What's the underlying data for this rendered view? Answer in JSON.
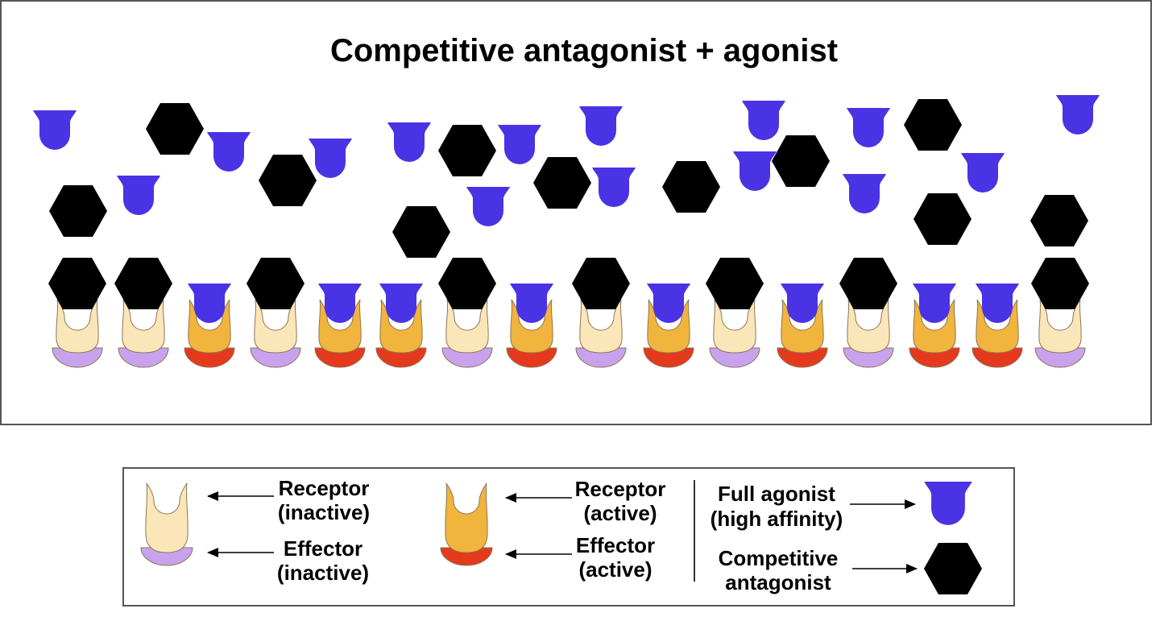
{
  "title": "Competitive antagonist + agonist",
  "legend": {
    "receptor_inactive": {
      "line1": "Receptor",
      "line2": "(inactive)"
    },
    "effector_inactive": {
      "line1": "Effector",
      "line2": "(inactive)"
    },
    "receptor_active": {
      "line1": "Receptor",
      "line2": "(active)"
    },
    "effector_active": {
      "line1": "Effector",
      "line2": "(active)"
    },
    "full_agonist": {
      "line1": "Full agonist",
      "line2": "(high affinity)"
    },
    "competitive_antagonist": {
      "line1": "Competitive",
      "line2": "antagonist"
    }
  },
  "colors": {
    "agonist": "#4a33e4",
    "antagonist": "#000000",
    "receptor_inactive": "#fbe6b9",
    "receptor_active": "#f1b43d",
    "effector_inactive": "#c9a2ee",
    "effector_active": "#e4391d",
    "outline": "#8a7656"
  },
  "icons": {
    "agonist": "full-agonist-icon",
    "antagonist": "competitive-antagonist-icon",
    "receptor_inactive": "receptor-inactive-icon",
    "receptor_active": "receptor-active-icon",
    "effector_inactive": "effector-inactive-icon",
    "effector_active": "effector-active-icon"
  }
}
